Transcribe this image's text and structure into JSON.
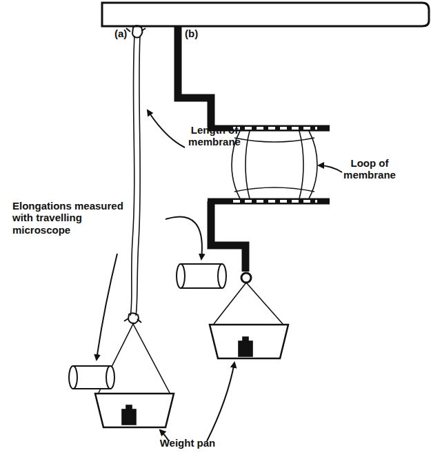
{
  "diagram": {
    "labels": [
      "(a)",
      "(b)",
      "Length of membrane",
      "Elongations measured with travelling microscope",
      "Loop of membrane",
      "Weight pan"
    ]
  }
}
